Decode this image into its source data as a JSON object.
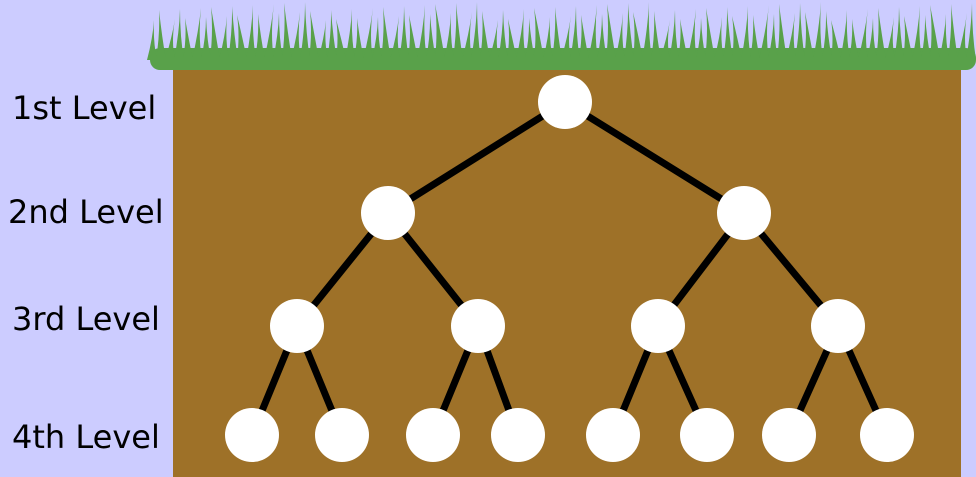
{
  "colors": {
    "background": "#ccccff",
    "soil": "#9e7128",
    "grass": "#59a14a",
    "node": "#ffffff",
    "edge": "#000000",
    "text": "#000000"
  },
  "levels": [
    {
      "label": "1st Level",
      "node_count": 1
    },
    {
      "label": "2nd Level",
      "node_count": 2
    },
    {
      "label": "3rd Level",
      "node_count": 4
    },
    {
      "label": "4th Level",
      "node_count": 8
    }
  ],
  "tree": {
    "type": "binary",
    "depth": 4,
    "edges": [
      [
        0,
        1
      ],
      [
        0,
        2
      ],
      [
        1,
        3
      ],
      [
        1,
        4
      ],
      [
        2,
        5
      ],
      [
        2,
        6
      ],
      [
        3,
        7
      ],
      [
        3,
        8
      ],
      [
        4,
        9
      ],
      [
        4,
        10
      ],
      [
        5,
        11
      ],
      [
        5,
        12
      ],
      [
        6,
        13
      ],
      [
        6,
        14
      ]
    ]
  }
}
